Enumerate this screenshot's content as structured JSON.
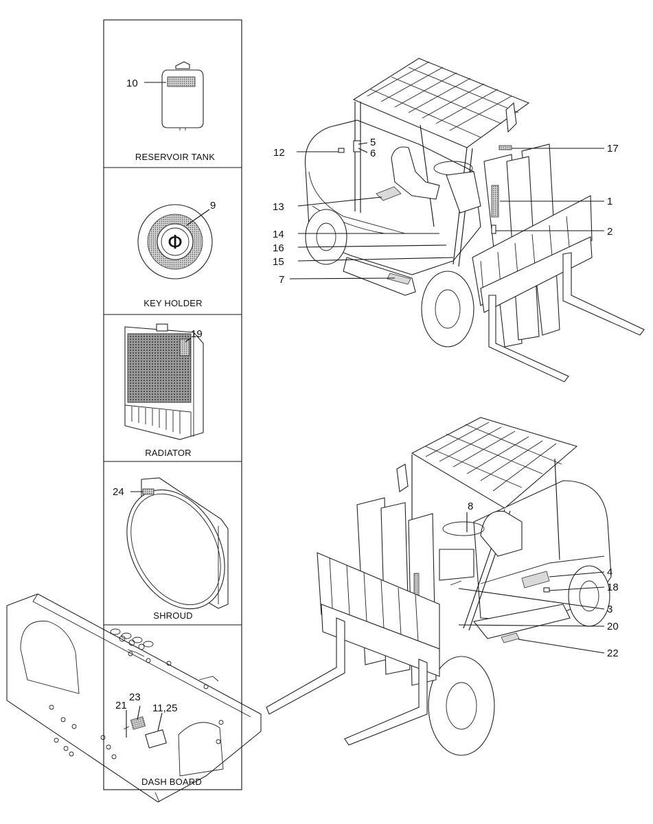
{
  "panels": [
    {
      "id": "reservoir",
      "caption": "RESERVOIR TANK"
    },
    {
      "id": "key-holder",
      "caption": "KEY HOLDER"
    },
    {
      "id": "radiator",
      "caption": "RADIATOR"
    },
    {
      "id": "shroud",
      "caption": "SHROUD"
    },
    {
      "id": "dash-board",
      "caption": "DASH BOARD"
    }
  ],
  "callouts": {
    "c1": "1",
    "c2": "2",
    "c3": "3",
    "c4": "4",
    "c5": "5",
    "c6": "6",
    "c7": "7",
    "c8": "8",
    "c9": "9",
    "c10": "10",
    "c11_25": "11,25",
    "c12": "12",
    "c13": "13",
    "c14": "14",
    "c15": "15",
    "c16": "16",
    "c17": "17",
    "c18": "18",
    "c19": "19",
    "c20": "20",
    "c21": "21",
    "c22": "22",
    "c23": "23",
    "c24": "24"
  },
  "key_holder_symbol": "Φ"
}
